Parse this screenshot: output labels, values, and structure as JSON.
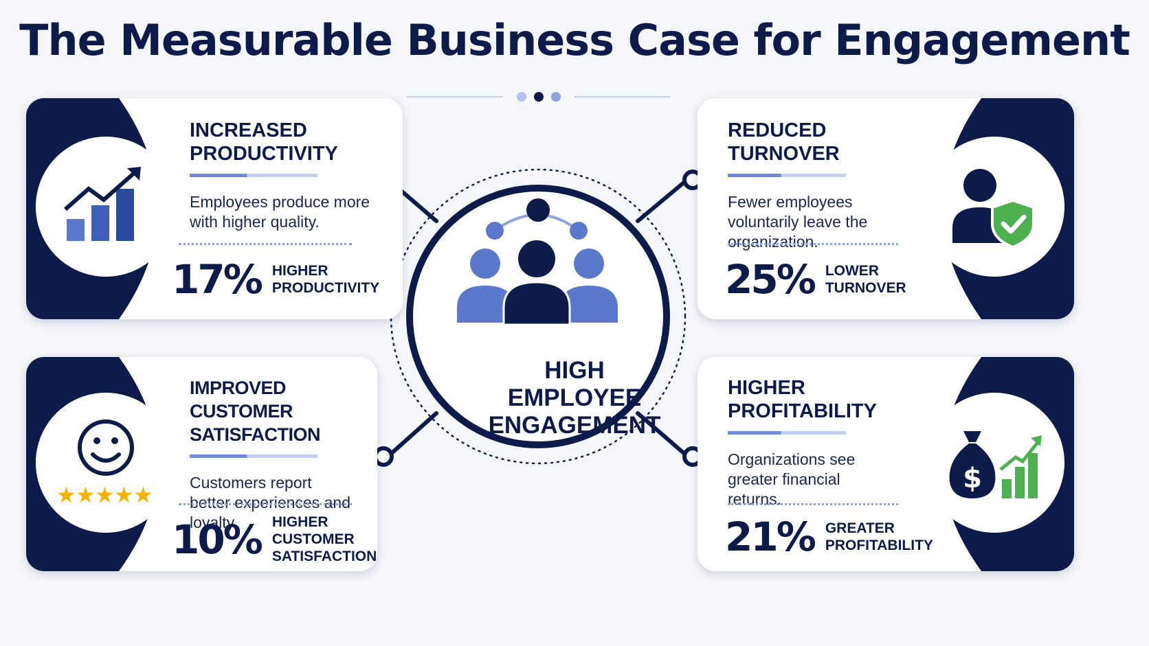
{
  "title": "The Measurable Business Case for Engagement",
  "center": {
    "lines": [
      "HIGH",
      "EMPLOYEE",
      "ENGAGEMENT"
    ],
    "icon": "team-people-icon"
  },
  "cards": [
    {
      "heading_lines": [
        "INCREASED",
        "PRODUCTIVITY"
      ],
      "description": "Employees produce more with higher quality.",
      "stat_value": "17%",
      "stat_label_lines": [
        "HIGHER",
        "PRODUCTIVITY"
      ],
      "icon": "rising-bar-chart-icon"
    },
    {
      "heading_lines": [
        "REDUCED",
        "TURNOVER"
      ],
      "description": "Fewer employees voluntarily leave the organization.",
      "stat_value": "25%",
      "stat_label_lines": [
        "LOWER",
        "TURNOVER"
      ],
      "icon": "person-shield-icon"
    },
    {
      "heading_lines": [
        "IMPROVED",
        "CUSTOMER SATISFACTION"
      ],
      "description": "Customers report better experiences and loyalty.",
      "stat_value": "10%",
      "stat_label_lines": [
        "HIGHER",
        "CUSTOMER",
        "SATISFACTION"
      ],
      "icon": "smiley-five-stars-icon"
    },
    {
      "heading_lines": [
        "HIGHER",
        "PROFITABILITY"
      ],
      "description": "Organizations see greater financial returns.",
      "stat_value": "21%",
      "stat_label_lines": [
        "GREATER",
        "PROFITABILITY"
      ],
      "icon": "money-bag-growth-icon"
    }
  ],
  "colors": {
    "navy": "#0d1b4b",
    "accent_blue": "#5b79cc",
    "light_blue": "#c3cef0",
    "success_green": "#4caf50",
    "star_gold": "#f5b301"
  }
}
